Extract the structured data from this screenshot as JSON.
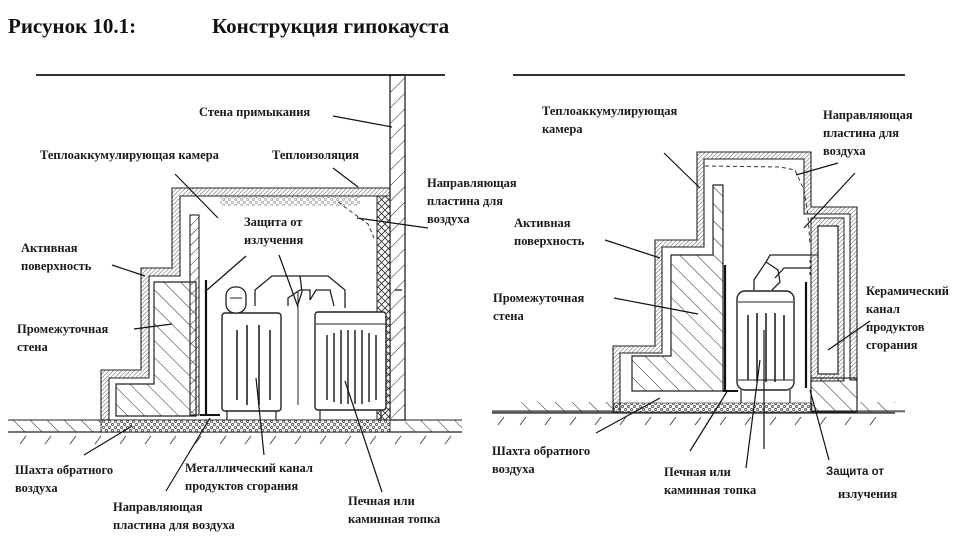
{
  "header": {
    "figure_number": "Рисунок 10.1:",
    "title": "Конструкция гипокауста"
  },
  "left_diagram": {
    "labels": {
      "adjoining_wall": [
        "Стена примыкания"
      ],
      "heat_chamber": [
        "Теплоаккумулирующая камера"
      ],
      "insulation": [
        "Теплоизоляция"
      ],
      "air_guide_plate_right": [
        "Направляющая",
        "пластина для",
        "воздуха"
      ],
      "radiation_shield": [
        "Защита от",
        "излучения"
      ],
      "active_surface": [
        "Активная",
        "поверхность"
      ],
      "intermediate_wall": [
        "Промежуточная",
        "стена"
      ],
      "return_air_shaft": [
        "Шахта обратного",
        "воздуха"
      ],
      "metal_flue_channel": [
        "Металлический канал",
        "продуктов сгорания"
      ],
      "air_guide_plate_bottom": [
        "Направляющая",
        "пластина для воздуха"
      ],
      "firebox": [
        "Печная или",
        "каминная топка"
      ]
    }
  },
  "right_diagram": {
    "labels": {
      "heat_chamber": [
        "Теплоаккумулирующая",
        "камера"
      ],
      "air_guide_plate": [
        "Направляющая",
        "пластина для",
        "воздуха"
      ],
      "active_surface": [
        "Активная",
        "поверхность"
      ],
      "intermediate_wall": [
        "Промежуточная",
        "стена"
      ],
      "ceramic_flue_channel": [
        "Керамический",
        "канал",
        "продуктов",
        "сгорания"
      ],
      "return_air_shaft": [
        "Шахта обратного",
        "воздуха"
      ],
      "firebox": [
        "Печная или",
        "каминная топка"
      ],
      "radiation_shield": [
        "Защита от",
        "излучения"
      ]
    }
  }
}
